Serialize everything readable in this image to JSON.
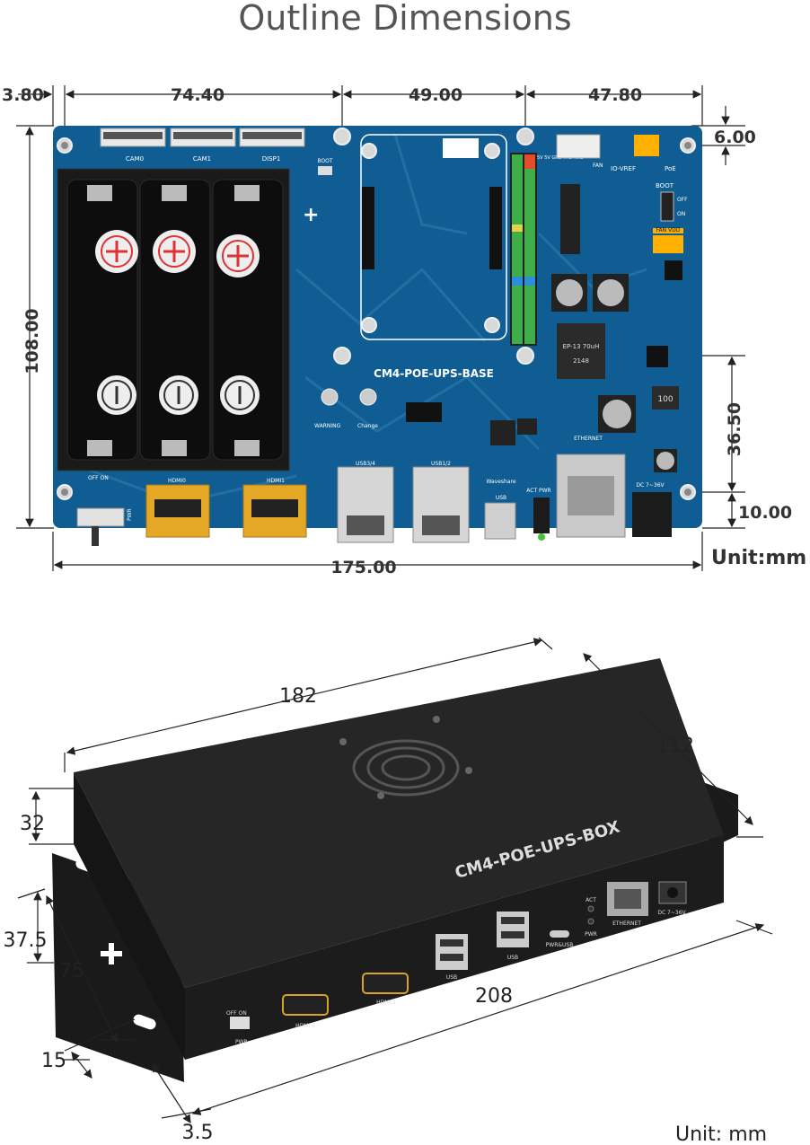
{
  "title": "Outline Dimensions",
  "board": {
    "dims": {
      "left_margin": "3.80",
      "seg1": "74.40",
      "seg2": "49.00",
      "seg3": "47.80",
      "top_offset": "6.00",
      "height": "108.00",
      "hole_offset": "36.50",
      "bottom_offset": "10.00",
      "width": "175.00"
    },
    "unit": "Unit:mm",
    "labels": {
      "name": "CM4-POE-UPS-BASE",
      "cam0": "CAM0",
      "cam1": "CAM1",
      "disp1": "DISP1",
      "boot_btn": "BOOT",
      "hdmi0": "HDMI0",
      "hdmi1": "HDMI1",
      "usb34": "USB3/4",
      "usb12": "USB1/2",
      "waveshare": "Waveshare",
      "usb": "USB",
      "act_pwr": "ACT PWR",
      "ethernet": "ETHERNET",
      "dc": "DC 7~36V",
      "fan": "FAN",
      "io_vref": "IO-VREF",
      "poe": "PoE",
      "boot_sw": "BOOT",
      "off": "OFF",
      "on": "ON",
      "fan_vdd": "FAN VDD",
      "warning": "WARNING",
      "change": "Change",
      "pwr": "PWR",
      "inductor": "EP-13 70uH",
      "inductor_code": "2148",
      "cap": "100",
      "off_on": "OFF   ON"
    }
  },
  "box": {
    "dims": {
      "length": "182",
      "depth": "112",
      "height": "32",
      "bracket_a": "37.5",
      "bracket_b": "75",
      "total": "208",
      "bracket_c": "15",
      "bracket_d": "3.5"
    },
    "unit": "Unit: mm",
    "labels": {
      "name": "CM4-POE-UPS-BOX",
      "off_on": "OFF  ON",
      "pwr": "PWR",
      "hdmi0": "HDMI 0",
      "hdmi1": "HDMI 1",
      "usb_a": "USB",
      "usb_b": "USB",
      "pwr_usb": "PWR&USB",
      "act": "ACT",
      "pwr_led": "PWR",
      "ethernet": "ETHERNET",
      "dc": "DC 7~36V"
    }
  }
}
